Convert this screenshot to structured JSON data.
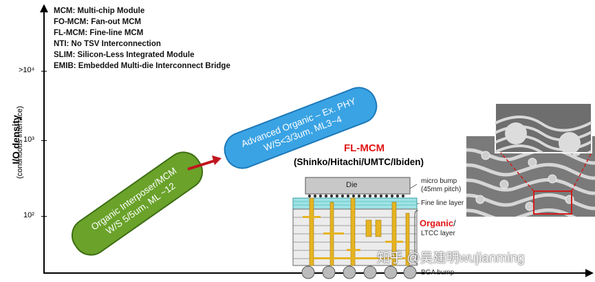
{
  "legend": [
    "MCM: Multi-chip Module",
    "FO-MCM: Fan-out MCM",
    "FL-MCM: Fine-line MCM",
    "NTI: No TSV Interconnection",
    "SLIM:  Silicon-Less Integrated Module",
    "EMIB: Embedded Multi-die Interconnect Bridge"
  ],
  "y_axis": {
    "title": "I/O density",
    "subtitle": "(continuous interface)",
    "ticks": [
      ">10⁴",
      "10³",
      "10²"
    ]
  },
  "pills": {
    "organic_interposer": {
      "line1": "Organic Interposer/MCM",
      "line2": "W/S 5/5um, ML ~12"
    },
    "advanced_organic": {
      "line1": "Advanced Organic – Ex. PHY",
      "line2": "W/S<3/3um, ML3~4"
    }
  },
  "fl_mcm": {
    "title": "FL-MCM",
    "suppliers": "(Shinko/Hitachi/UMTC/Ibiden)",
    "die_label": "Die",
    "micro_bump_label": "micro bump",
    "pitch_label": "(45mm pitch)",
    "fine_line_label": "Fine line layer",
    "organic_word": "Organic",
    "organic_slash": "/",
    "ltcc_label": "LTCC layer",
    "bga_label": "BGA bump"
  },
  "watermark": "知乎 @吴建明wujianming",
  "colors": {
    "green_pill": "#6aa22a",
    "blue_pill": "#3aa3e4",
    "arrow": "#c0141e",
    "accent_red": "#e01414"
  }
}
